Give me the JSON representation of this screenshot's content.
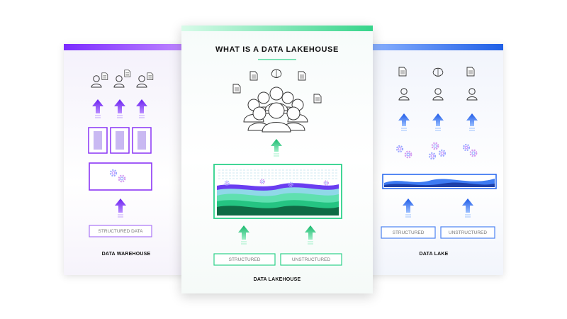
{
  "left": {
    "input_label": "STRUCTURED DATA",
    "footer": "DATA WAREHOUSE",
    "accent": "#7b2bff",
    "icons": [
      "person-icon",
      "document-icon",
      "gears-icon",
      "server-icon",
      "arrow-up-icon"
    ]
  },
  "center": {
    "title": "WHAT IS A DATA LAKEHOUSE",
    "input_labels": [
      "STRUCTURED",
      "UNSTRUCTURED"
    ],
    "footer": "DATA LAKEHOUSE",
    "accent": "#2ed18a"
  },
  "right": {
    "input_labels": [
      "STRUCTURED",
      "UNSTRUCTURED"
    ],
    "footer": "DATA LAKE",
    "accent": "#1f5fe6"
  }
}
